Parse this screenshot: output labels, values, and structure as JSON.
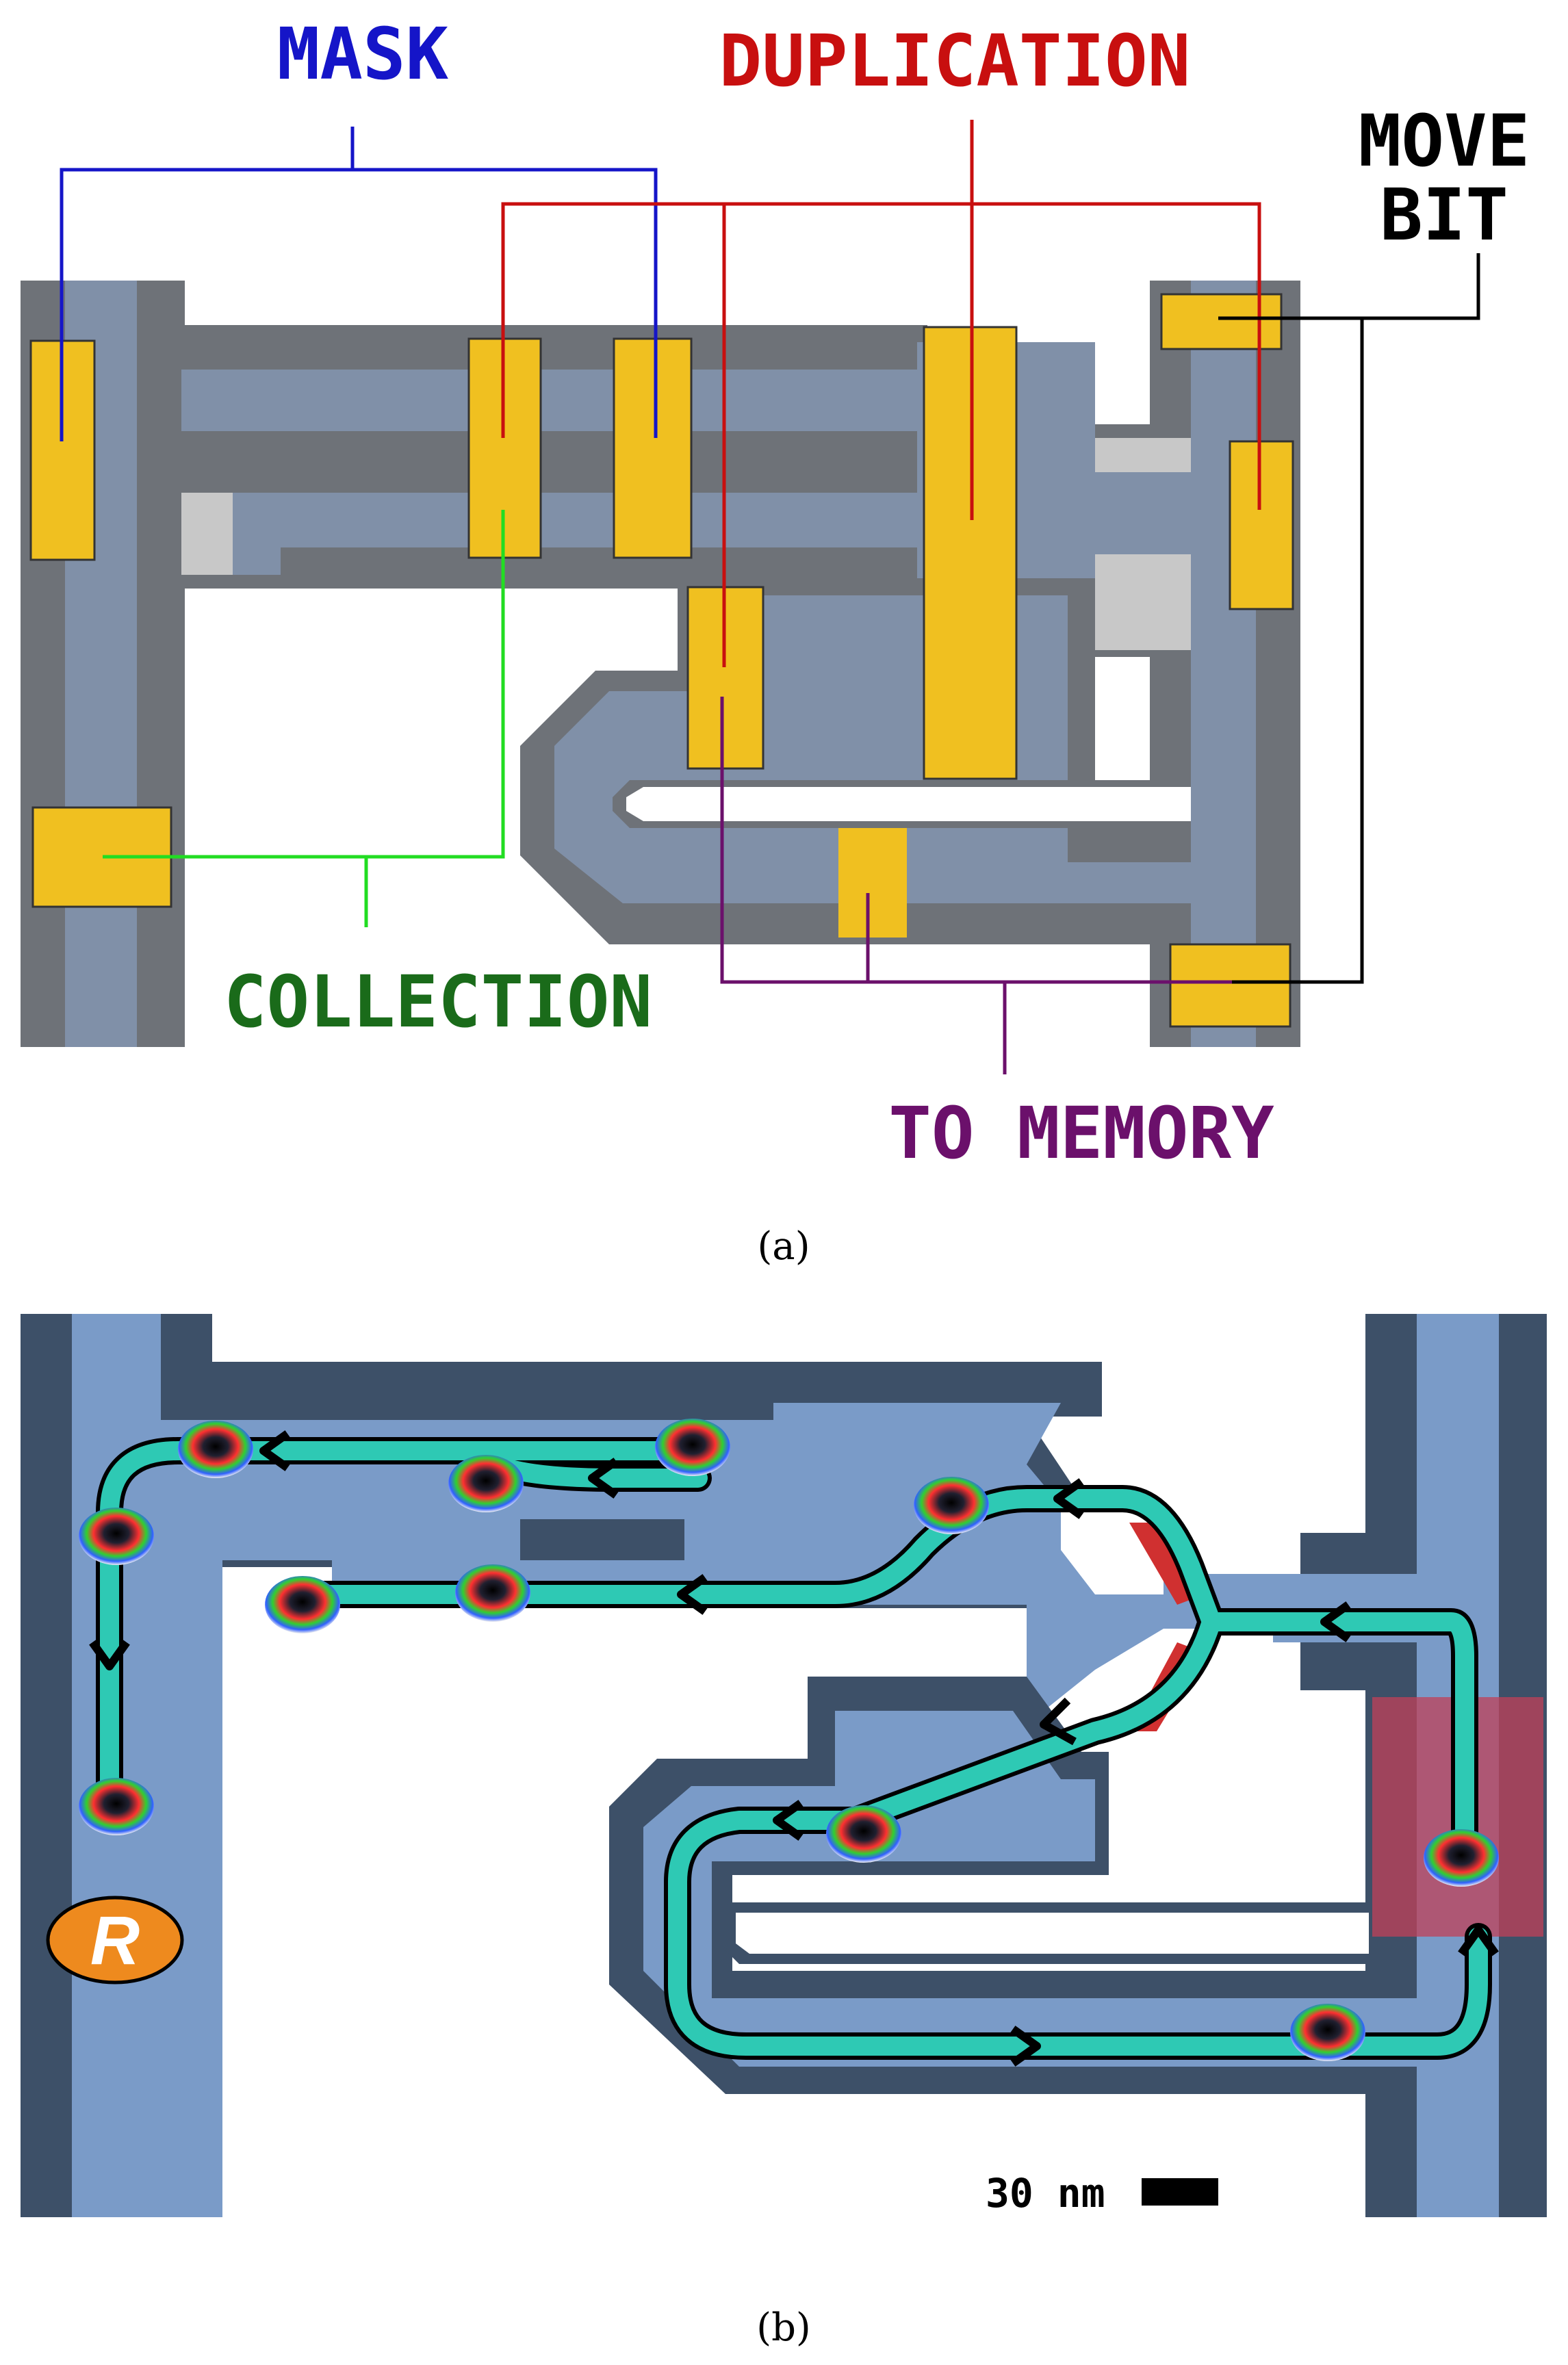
{
  "panel_a": {
    "labels": {
      "mask": "MASK",
      "duplication": "DUPLICATION",
      "move_bit_1": "MOVE",
      "move_bit_2": "BIT",
      "collection": "COLLECTION",
      "to_memory": "TO MEMORY"
    },
    "caption": "(a)"
  },
  "panel_b": {
    "reset_label": "R",
    "scale_bar": "30 nm",
    "caption": "(b)"
  },
  "colors": {
    "mask": "#1515c8",
    "duplication": "#c80f0f",
    "move_bit": "#000000",
    "collection": "#1a6b1a",
    "collection_line": "#22dd22",
    "to_memory": "#6b106b",
    "electrode": "#f0c020",
    "track": "#8090a8",
    "track_edge": "#6e7278",
    "track_b": "#7a9bc8",
    "track_b_edge": "#3d5068",
    "path": "#2ec9b4",
    "reset": "#ee8a1e"
  }
}
